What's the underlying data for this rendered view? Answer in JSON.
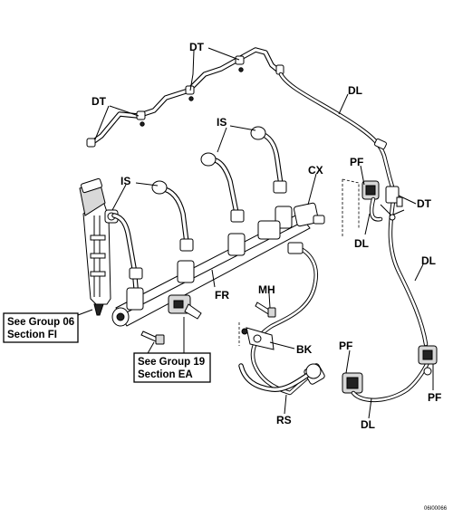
{
  "labels": {
    "dt": "DT",
    "dl": "DL",
    "is": "IS",
    "cx": "CX",
    "pf": "PF",
    "fr": "FR",
    "mh": "MH",
    "bk": "BK",
    "rs": "RS"
  },
  "callouts": {
    "group06_line1": "See Group 06",
    "group06_line2": "Section FI",
    "group19_line1": "See Group 19",
    "group19_line2": "Section EA"
  },
  "figure_number": "06I00066"
}
